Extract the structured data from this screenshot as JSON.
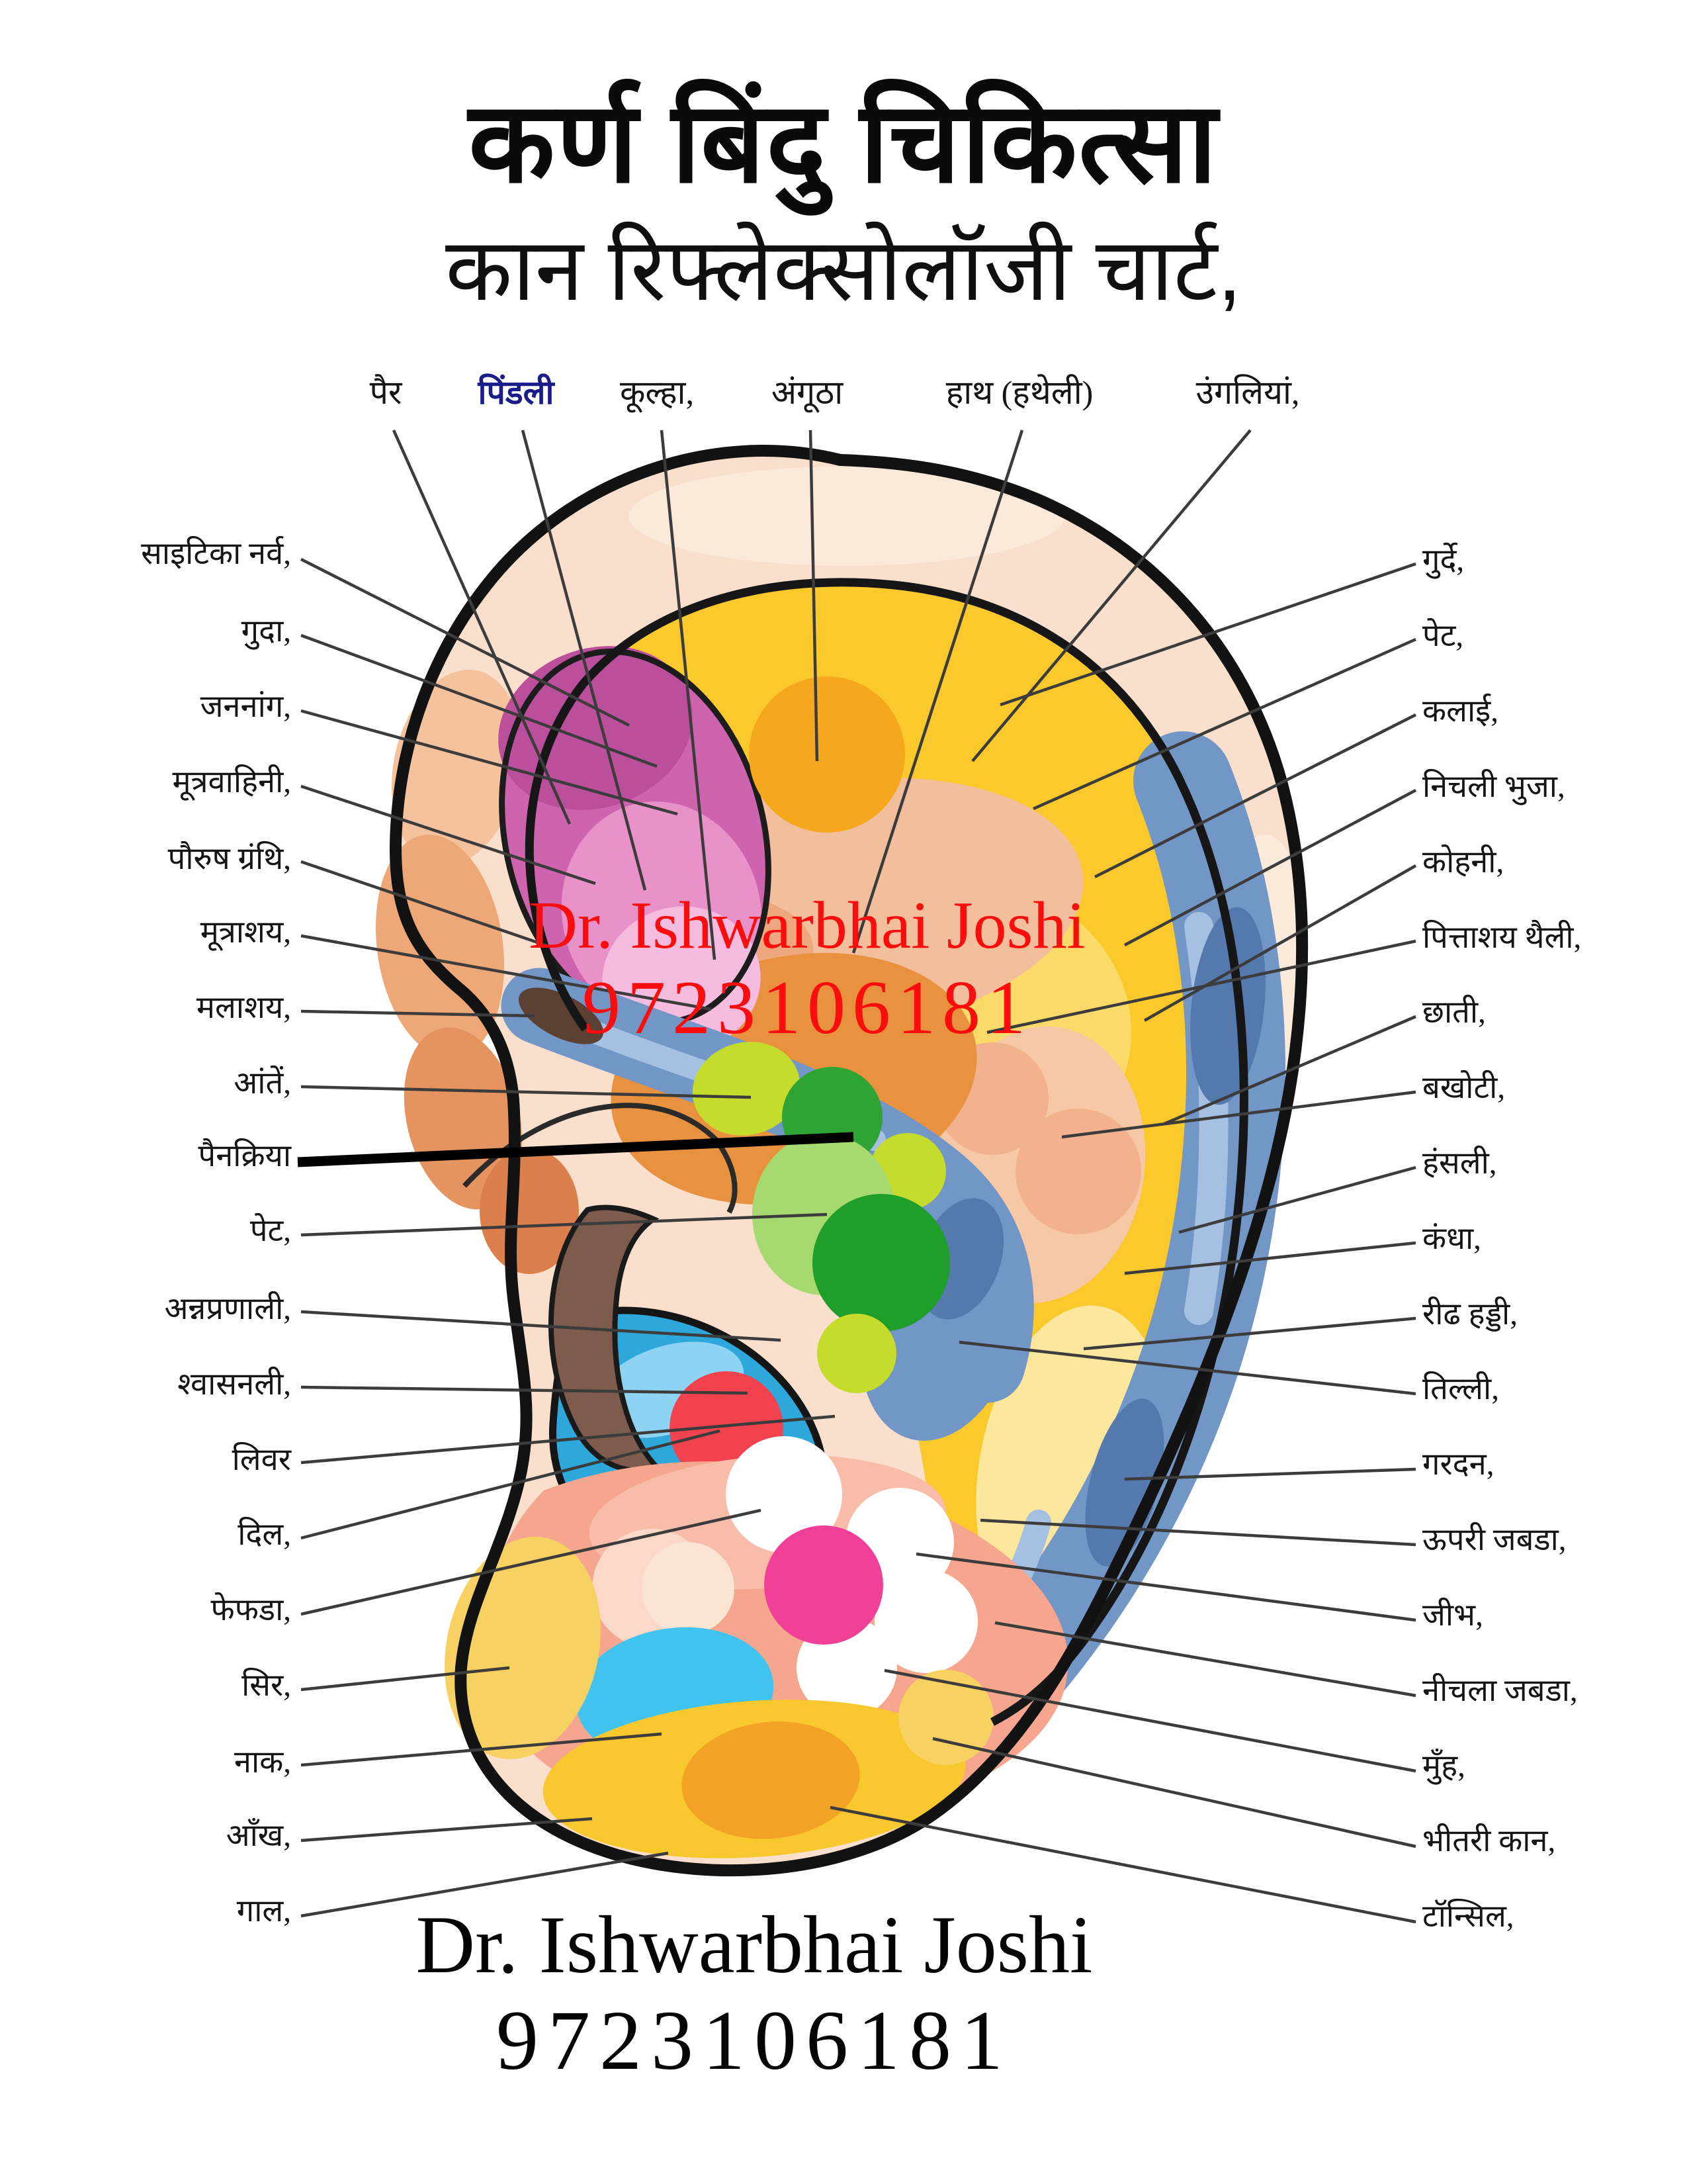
{
  "title": "कर्ण बिंदु चिकित्सा",
  "subtitle": "कान रिफ्लेक्सोलॉजी चार्ट,",
  "top_labels": [
    "पैर",
    "पिंडली",
    "कूल्हा,",
    "अंगूठा",
    "हाथ (हथेली)",
    "उंगलियां,"
  ],
  "top_label_highlight": {
    "index": 1,
    "color": "#1b1b8a"
  },
  "left_labels": [
    "साइटिका नर्व,",
    "गुदा,",
    "जननांग,",
    "मूत्रवाहिनी,",
    "पौरुष ग्रंथि,",
    "मूत्राशय,",
    "मलाशय,",
    "आंतें,",
    "पैनक्रिया",
    "पेट,",
    "अन्नप्रणाली,",
    "श्वासनली,",
    "लिवर",
    "दिल,",
    "फेफडा,",
    "सिर,",
    "नाक,",
    "आँख,",
    "गाल,"
  ],
  "right_labels": [
    "गुर्दे,",
    "पेट,",
    "कलाई,",
    "निचली भुजा,",
    "कोहनी,",
    "पित्ताशय थैली,",
    "छाती,",
    "बखोटी,",
    "हंसली,",
    "कंधा,",
    "रीढ हड्डी,",
    "तिल्ली,",
    "गरदन,",
    "ऊपरी जबडा,",
    "जीभ,",
    "नीचला जबडा,",
    "मुँह,",
    "भीतरी कान,",
    "टॉन्सिल,"
  ],
  "watermark": {
    "line1": "Dr. Ishwarbhai Joshi",
    "line2": "9723106181",
    "color": "#fb0d0d"
  },
  "footer": {
    "line1": "Dr. Ishwarbhai Joshi",
    "line2": "9723106181"
  },
  "ear_colors": {
    "outer_rim_skin": "#fae0cc",
    "helix_yellow": "#fbc92c",
    "concha_orange": "#e8913f",
    "antihelix_blue": "#7296c5",
    "fossa_pink": "#ce63ae",
    "tragus_brown": "#7d5b4d",
    "ear_canal_cyan": "#2ea7db",
    "heart_red": "#f2424e",
    "lobe_salmon": "#f6a68e",
    "tongue_magenta": "#f23f97",
    "lobe_cyan": "#41c3f0",
    "lobe_yellow": "#f9c72e",
    "outline_black": "#121212"
  }
}
